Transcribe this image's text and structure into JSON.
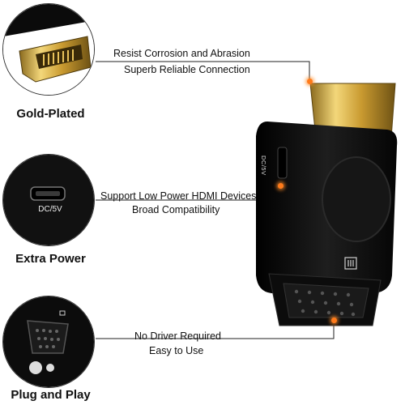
{
  "features": [
    {
      "caption": "Gold-Plated",
      "line1": "Resist Corrosion and Abrasion",
      "line2": "Superb Reliable Connection"
    },
    {
      "caption": "Extra Power",
      "line1": "Support Low Power HDMI Devices",
      "line2": "Broad Compatibility",
      "port_label": "DC/5V"
    },
    {
      "caption": "Plug and Play",
      "line1": "No Driver Required",
      "line2": "Easy to Use"
    }
  ],
  "adapter": {
    "side_label": "DC/5V"
  },
  "colors": {
    "accent_dot": "#ff7a1a",
    "gold": "#d9b24a",
    "body": "#0d0d0d"
  }
}
